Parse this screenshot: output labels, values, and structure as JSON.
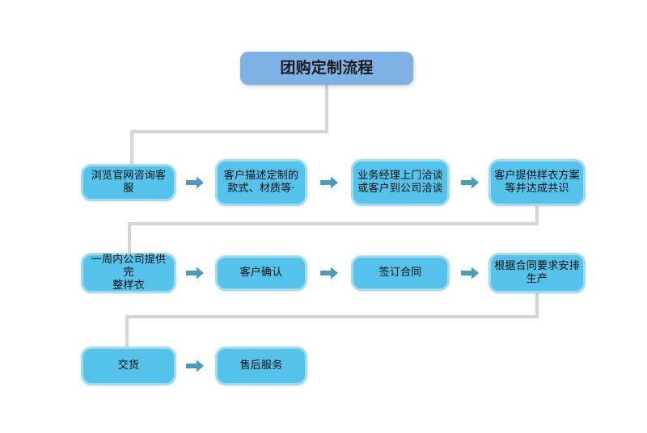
{
  "diagram": {
    "type": "flowchart",
    "title": "团购定制流程",
    "background_color": "#ffffff",
    "colors": {
      "title_fill": "#7eb2e6",
      "step_fill": "#55c2ea",
      "step_border": "#9ddcf2",
      "arrow": "#4a9cbd",
      "connector": "#d5d5d5",
      "text": "#111111"
    },
    "rows": [
      {
        "name": "row-1",
        "steps": [
          {
            "id": "step-1",
            "label": "浏览官网咨询客服"
          },
          {
            "id": "step-2",
            "label": "客户描述定制的\n款式、材质等·"
          },
          {
            "id": "step-3",
            "label": "业务经理上门洽谈\n或客户到公司洽谈"
          },
          {
            "id": "step-4",
            "label": "客户提供样衣方案\n等并达成共识"
          }
        ]
      },
      {
        "name": "row-2",
        "steps": [
          {
            "id": "step-5",
            "label": "一周内公司提供完\n整样衣"
          },
          {
            "id": "step-6",
            "label": "客户确认"
          },
          {
            "id": "step-7",
            "label": "签订合同"
          },
          {
            "id": "step-8",
            "label": "根据合同要求安排\n生产"
          }
        ]
      },
      {
        "name": "row-3",
        "steps": [
          {
            "id": "step-9",
            "label": "交货"
          },
          {
            "id": "step-10",
            "label": "售后服务"
          }
        ]
      }
    ],
    "arrow_icons": [
      "arrow-right-icon",
      "arrow-right-icon",
      "arrow-right-icon",
      "arrow-right-icon",
      "arrow-right-icon",
      "arrow-right-icon",
      "arrow-right-icon"
    ]
  }
}
